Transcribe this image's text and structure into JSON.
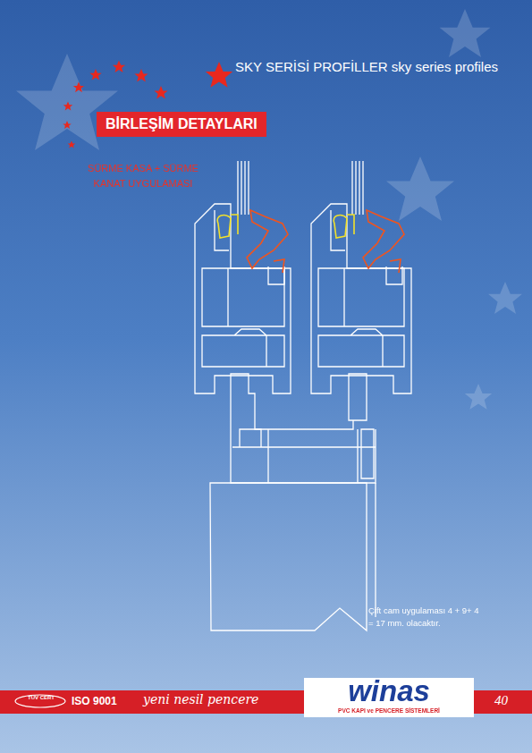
{
  "diagram": {
    "title": "SKY SERİSİ PROFİLLER sky series profiles",
    "nodes": [
      {
        "text": [
          "BİRLEŞİM DETAYLARI"
        ]
      },
      {
        "text": [
          "ISO 9001",
          "yeni nesil pencere",
          "40"
        ]
      }
    ],
    "labels": [
      "SÜRME KASA + SÜRME KANAT UYGULAMASI",
      "Çift cam uygulaması 4 + 9+ 4 = 17 mm. olacaktır.",
      "TÜV CERT",
      "winas",
      "PVC KAPI ve PENCERE SİSTEMLERİ"
    ]
  }
}
